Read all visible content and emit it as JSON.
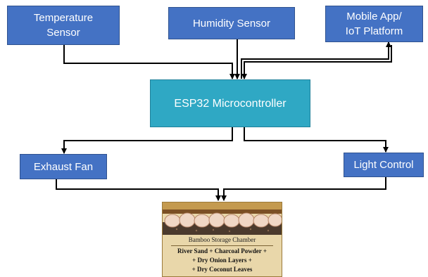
{
  "nodes": {
    "temperature_sensor": "Temperature\nSensor",
    "humidity_sensor": "Humidity Sensor",
    "mobile_app": "Mobile App/\nIoT Platform",
    "esp32": "ESP32 Microcontroller",
    "exhaust_fan": "Exhaust Fan",
    "light_control": "Light Control"
  },
  "storage": {
    "title": "Bamboo Storage Chamber",
    "line1": "River Sand + Charcoal Powder +",
    "line2": "+ Dry Onion Layers +",
    "line3": "+ Dry Coconut Leaves"
  },
  "colors": {
    "box_fill": "#4472c4",
    "controller_fill": "#2fa8c4",
    "arrow": "#000000"
  }
}
